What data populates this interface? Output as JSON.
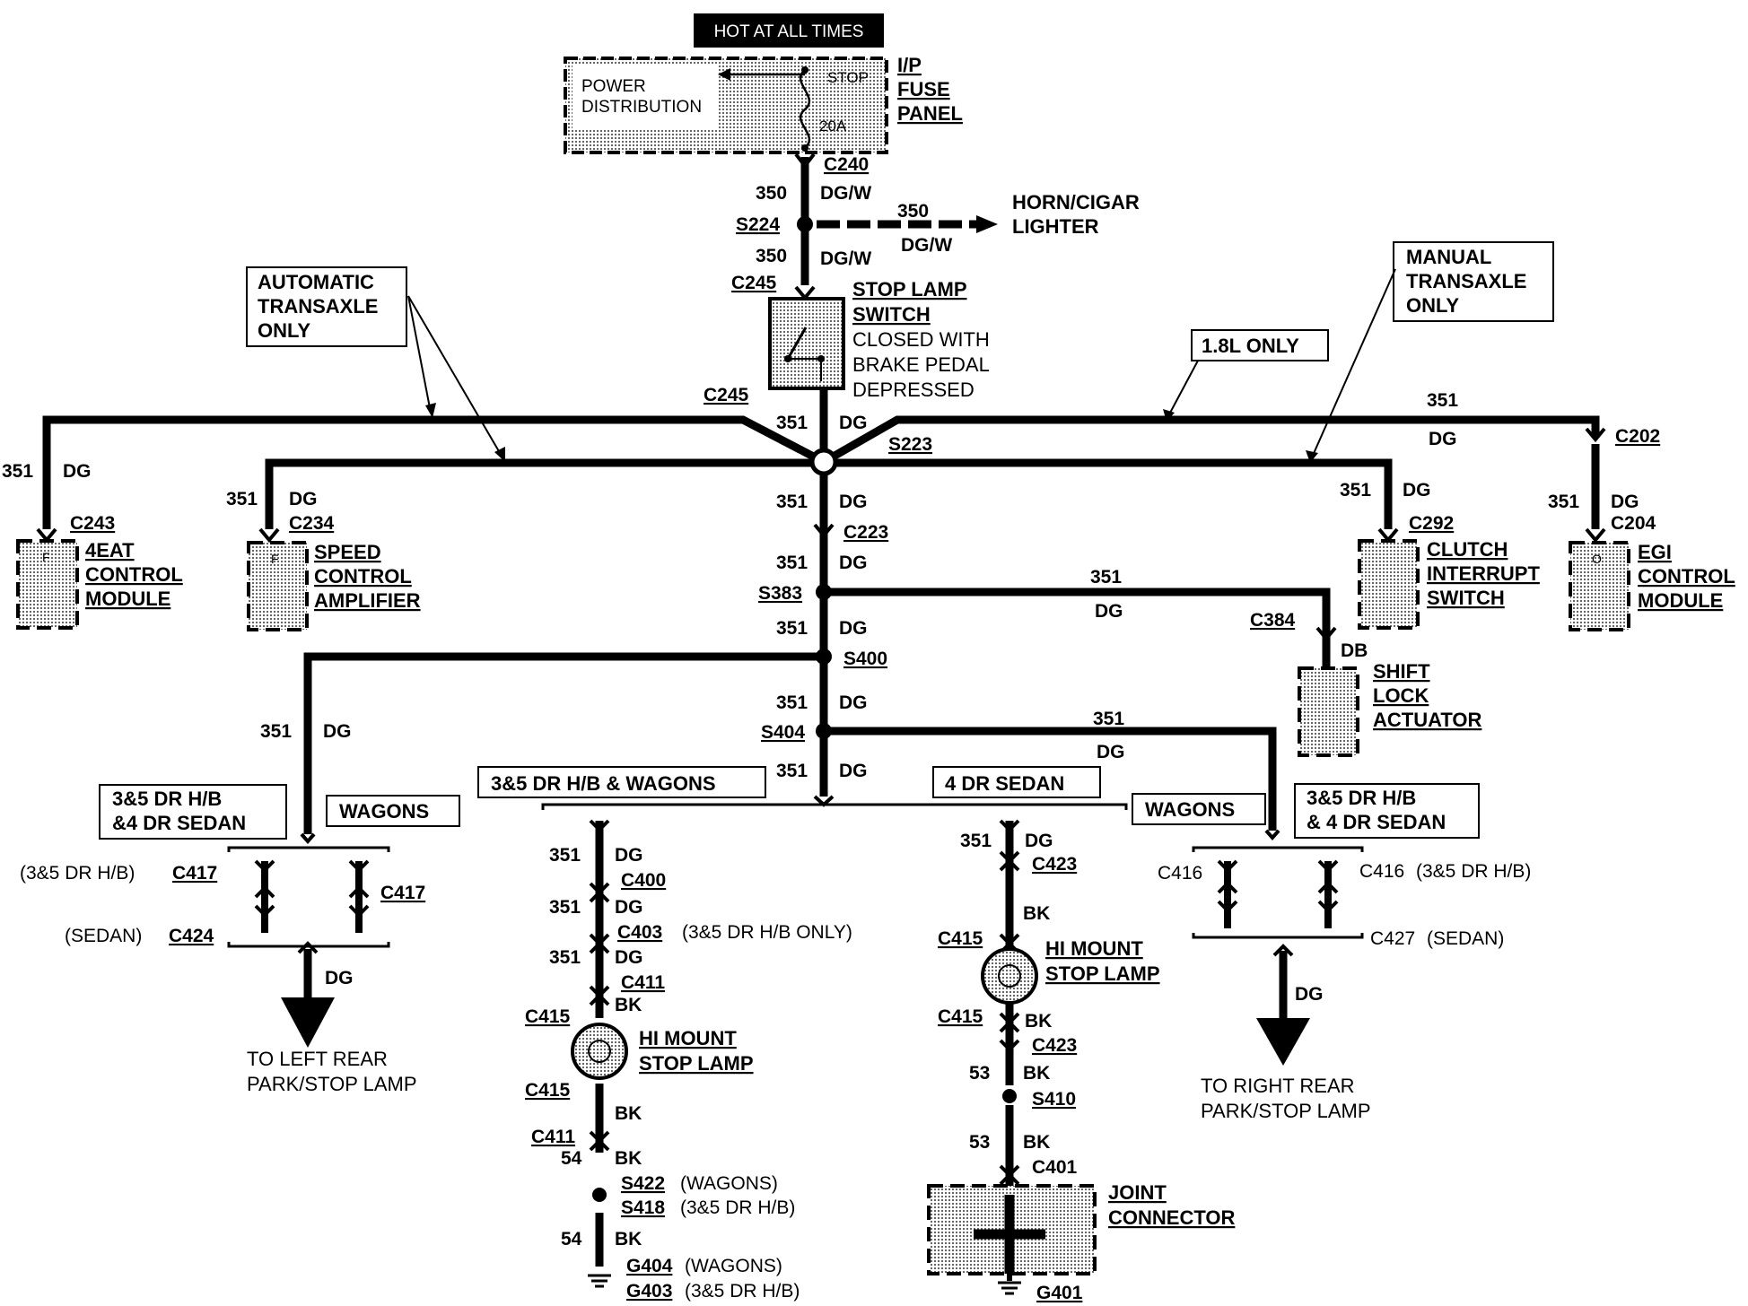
{
  "header": {
    "hot_label": "HOT AT ALL TIMES"
  },
  "fuse_panel": {
    "box_label_1": "POWER",
    "box_label_2": "DISTRIBUTION",
    "stop": "STOP",
    "amp": "20A",
    "side_1": "I/P",
    "side_2": "FUSE",
    "side_3": "PANEL"
  },
  "trunk": {
    "c240": "C240",
    "w350a": "350",
    "dgw_a": "DG/W",
    "s224": "S224",
    "w350b": "350",
    "dgw_b": "DG/W",
    "horn_350": "350",
    "horn_dgw": "DG/W",
    "horn_1": "HORN/CIGAR",
    "horn_2": "LIGHTER",
    "c245a": "C245",
    "c245b": "C245",
    "switch_1": "STOP LAMP",
    "switch_2": "SWITCH",
    "switch_3": "CLOSED WITH",
    "switch_4": "BRAKE PEDAL",
    "switch_5": "DEPRESSED",
    "w351": "351",
    "dg": "DG",
    "s223": "S223",
    "c223": "C223",
    "s383": "S383",
    "s400": "S400",
    "s404": "S404"
  },
  "callouts": {
    "auto_1": "AUTOMATIC",
    "auto_2": "TRANSAXLE",
    "auto_3": "ONLY",
    "manual_1": "MANUAL",
    "manual_2": "TRANSAXLE",
    "manual_3": "ONLY",
    "l18": "1.8L ONLY",
    "hb_wagons": "3&5 DR H/B & WAGONS",
    "sedan4": "4 DR SEDAN",
    "left_hb_1": "3&5 DR H/B",
    "left_hb_2": "&4 DR SEDAN",
    "wagons": "WAGONS",
    "right_hb_1": "3&5 DR H/B",
    "right_hb_2": "& 4 DR SEDAN"
  },
  "components": {
    "c243": "C243",
    "eat_1": "4EAT",
    "eat_2": "CONTROL",
    "eat_3": "MODULE",
    "c234": "C234",
    "spd_1": "SPEED",
    "spd_2": "CONTROL",
    "spd_3": "AMPLIFIER",
    "c292": "C292",
    "clutch_1": "CLUTCH",
    "clutch_2": "INTERRUPT",
    "clutch_3": "SWITCH",
    "c202": "C202",
    "c204": "C204",
    "egi_1": "EGI",
    "egi_2": "CONTROL",
    "egi_3": "MODULE",
    "c384": "C384",
    "db": "DB",
    "shift_1": "SHIFT",
    "shift_2": "LOCK",
    "shift_3": "ACTUATOR",
    "pin_f": "F",
    "pin_o": "O"
  },
  "left_branch": {
    "c417a_pre": "(3&5 DR H/B)",
    "c417a": "C417",
    "c417b": "C417",
    "c424_pre": "(SEDAN)",
    "c424": "C424",
    "dg": "DG",
    "dest_1": "TO LEFT REAR",
    "dest_2": "PARK/STOP LAMP"
  },
  "right_branch": {
    "c416a": "C416",
    "c416b": "C416",
    "c416b_post": "(3&5 DR H/B)",
    "c427": "C427",
    "c427_post": "(SEDAN)",
    "dg": "DG",
    "dest_1": "TO RIGHT REAR",
    "dest_2": "PARK/STOP LAMP"
  },
  "hb_branch": {
    "c400": "C400",
    "c403": "C403",
    "c403_post": "(3&5 DR H/B ONLY)",
    "c411a": "C411",
    "bk": "BK",
    "c415a": "C415",
    "lamp_1": "HI MOUNT",
    "lamp_2": "STOP LAMP",
    "c415b": "C415",
    "c411b": "C411",
    "w54": "54",
    "s422": "S422",
    "s422_post": "(WAGONS)",
    "s418": "S418",
    "s418_post": "(3&5 DR H/B)",
    "g404": "G404",
    "g404_post": "(WAGONS)",
    "g403": "G403",
    "g403_post": "(3&5 DR H/B)"
  },
  "sedan_branch": {
    "c423a": "C423",
    "c415a": "C415",
    "lamp_1": "HI MOUNT",
    "lamp_2": "STOP LAMP",
    "c415b": "C415",
    "c423b": "C423",
    "w53": "53",
    "s410": "S410",
    "c401": "C401",
    "joint_1": "JOINT",
    "joint_2": "CONNECTOR",
    "g401": "G401"
  }
}
